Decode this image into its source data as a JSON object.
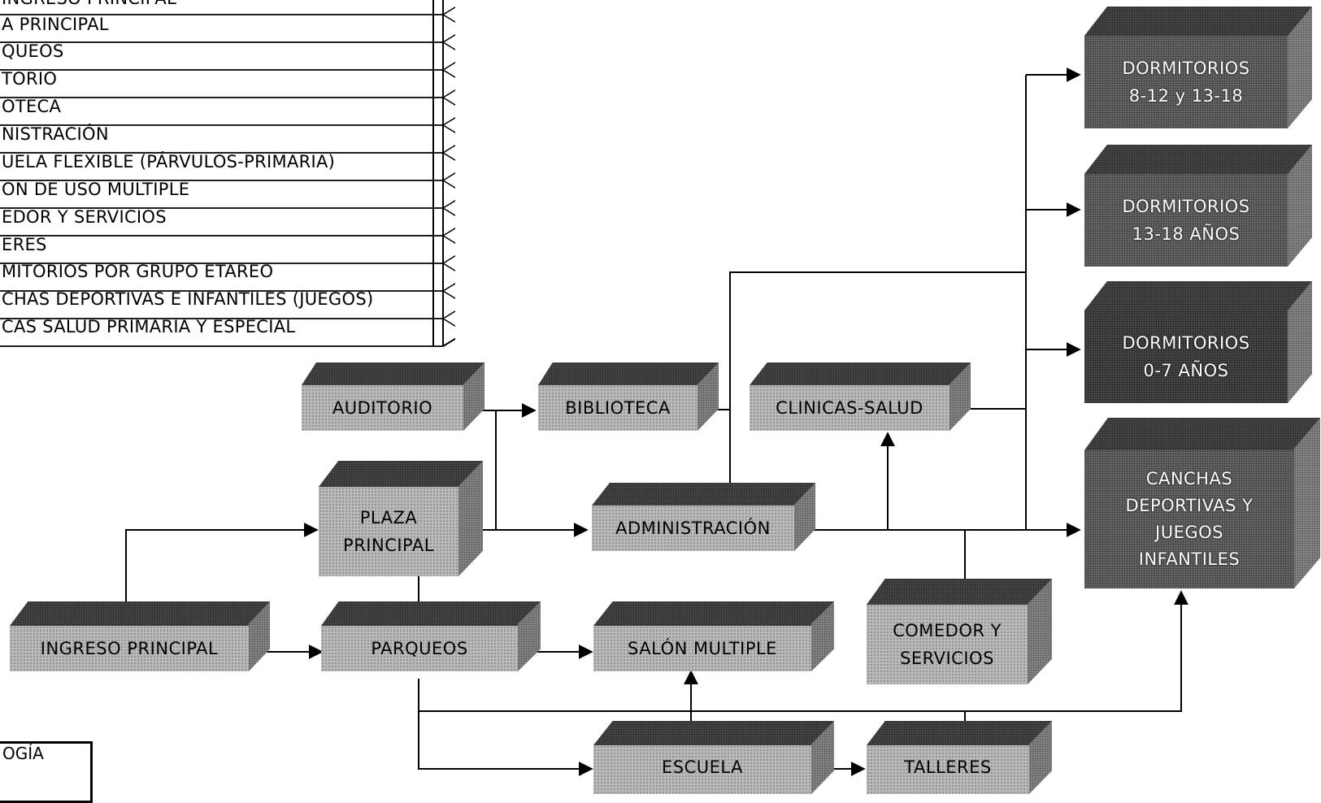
{
  "matrix": {
    "rows": [
      "INGRESO PRINCIPAL",
      "A PRINCIPAL",
      "QUEOS",
      "TORIO",
      "OTECA",
      "NISTRACIÓN",
      "UELA FLEXIBLE (PÁRVULOS-PRIMARIA)",
      "ON DE USO MULTIPLE",
      "EDOR Y SERVICIOS",
      "ERES",
      "MITORIOS POR GRUPO ETAREO",
      "CHAS DEPORTIVAS E INFANTILES (JUEGOS)",
      "CAS SALUD PRIMARIA Y ESPECIAL"
    ]
  },
  "nodes": {
    "auditorio": "AUDITORIO",
    "biblioteca": "BIBLIOTECA",
    "clinicas": "CLINICAS-SALUD",
    "plaza_1": "PLAZA",
    "plaza_2": "PRINCIPAL",
    "administracion": "ADMINISTRACIÓN",
    "ingreso": "INGRESO PRINCIPAL",
    "parqueos": "PARQUEOS",
    "salon": "SALÓN MULTIPLE",
    "comedor_1": "COMEDOR Y",
    "comedor_2": "SERVICIOS",
    "escuela": "ESCUELA",
    "talleres": "TALLERES",
    "dorm_812_1": "DORMITORIOS",
    "dorm_812_2": "8-12 y 13-18",
    "dorm_1318_1": "DORMITORIOS",
    "dorm_1318_2": "13-18 AÑOS",
    "dorm_07_1": "DORMITORIOS",
    "dorm_07_2": "0-7 AÑOS",
    "canchas_1": "CANCHAS",
    "canchas_2": "DEPORTIVAS Y",
    "canchas_3": "JUEGOS",
    "canchas_4": "INFANTILES"
  },
  "legend": {
    "title": "OGÍA"
  }
}
